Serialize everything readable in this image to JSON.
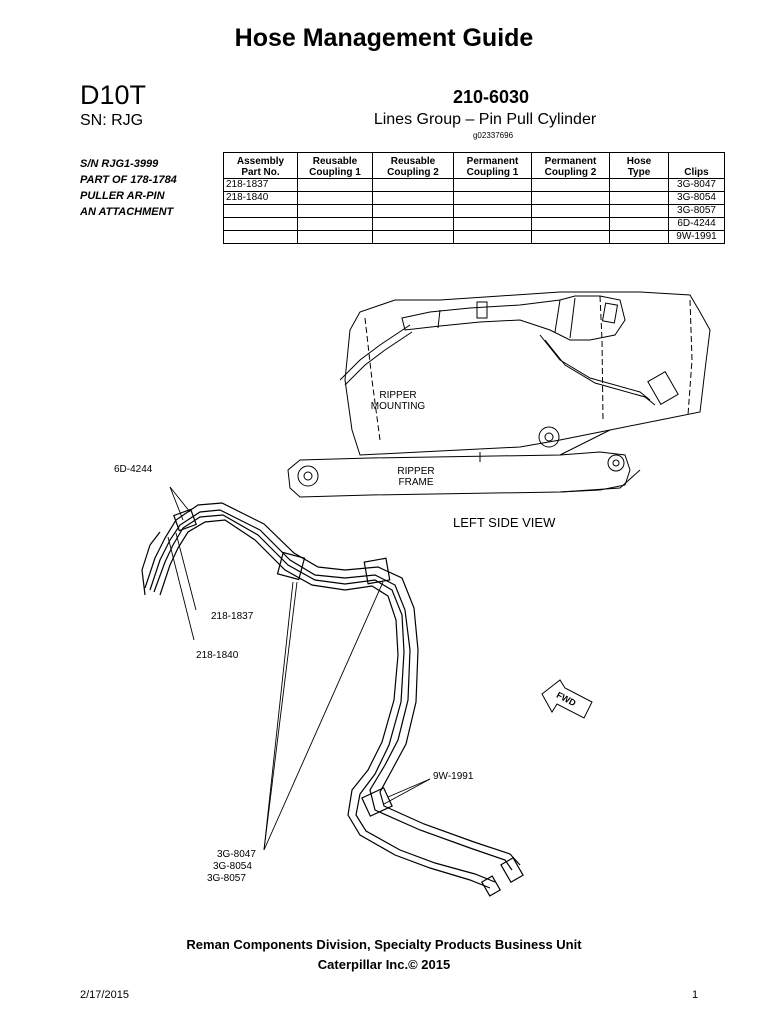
{
  "header": {
    "title": "Hose Management Guide",
    "model": "D10T",
    "serial": "SN:  RJG",
    "part_number": "210-6030",
    "subtitle": "Lines Group – Pin Pull Cylinder",
    "graphic_id": "g02337696"
  },
  "notes": {
    "lines": [
      "S/N RJG1-3999",
      "PART OF 178-1784",
      "PULLER AR-PIN",
      "AN ATTACHMENT"
    ]
  },
  "table": {
    "headers": [
      [
        "Assembly",
        "Part No."
      ],
      [
        "Reusable",
        "Coupling 1"
      ],
      [
        "Reusable",
        "Coupling 2"
      ],
      [
        "Permanent",
        "Coupling 1"
      ],
      [
        "Permanent",
        "Coupling 2"
      ],
      [
        "Hose",
        "Type"
      ],
      [
        "Clips"
      ]
    ],
    "rows": [
      [
        "218-1837",
        "",
        "",
        "",
        "",
        "",
        "3G-8047"
      ],
      [
        "218-1840",
        "",
        "",
        "",
        "",
        "",
        "3G-8054"
      ],
      [
        "",
        "",
        "",
        "",
        "",
        "",
        "3G-8057"
      ],
      [
        "",
        "",
        "",
        "",
        "",
        "",
        "6D-4244"
      ],
      [
        "",
        "",
        "",
        "",
        "",
        "",
        "9W-1991"
      ]
    ]
  },
  "drawing": {
    "ripper_mounting": [
      "RIPPER",
      "MOUNTING"
    ],
    "ripper_frame": [
      "RIPPER",
      "FRAME"
    ],
    "view_label": "LEFT SIDE VIEW",
    "clip_6d": "6D-4244",
    "hose_1837": "218-1837",
    "hose_1840": "218-1840",
    "clip_9w": "9W-1991",
    "clips_3g": [
      "3G-8047",
      "3G-8054",
      "3G-8057"
    ],
    "fwd": "FWD"
  },
  "footer": {
    "line1": "Reman Components Division, Specialty Products Business Unit",
    "line2": "Caterpillar Inc.© 2015",
    "date": "2/17/2015",
    "page": "1"
  }
}
